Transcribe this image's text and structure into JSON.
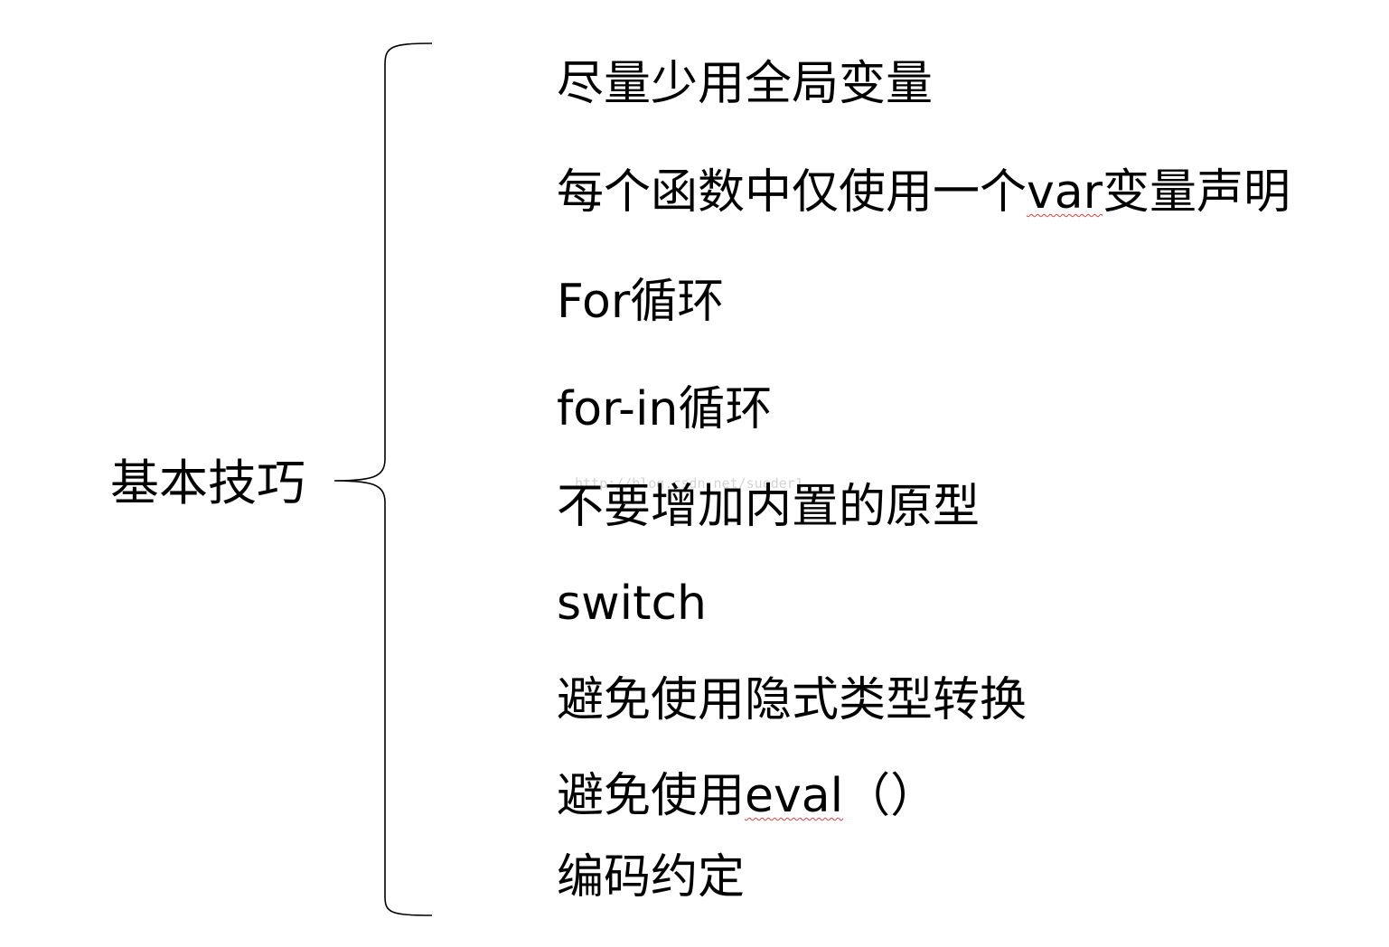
{
  "root": {
    "label": "基本技巧"
  },
  "items": [
    {
      "text": "尽量少用全局变量"
    },
    {
      "before": "每个函数中仅使用一个",
      "flagged": "var",
      "after": "变量声明"
    },
    {
      "text": "For循环"
    },
    {
      "text": "for-in循环"
    },
    {
      "text": "不要增加内置的原型"
    },
    {
      "text": "switch"
    },
    {
      "text": "避免使用隐式类型转换"
    },
    {
      "before": "避免使用",
      "flagged": "eval",
      "after": "（）"
    },
    {
      "text": "编码约定"
    }
  ],
  "watermark": "http://blog.csdn.net/sueder1",
  "colors": {
    "text": "#000000",
    "brace": "#000000",
    "spellcheck_underline": "#e04040",
    "watermark": "#d4d4d4"
  }
}
